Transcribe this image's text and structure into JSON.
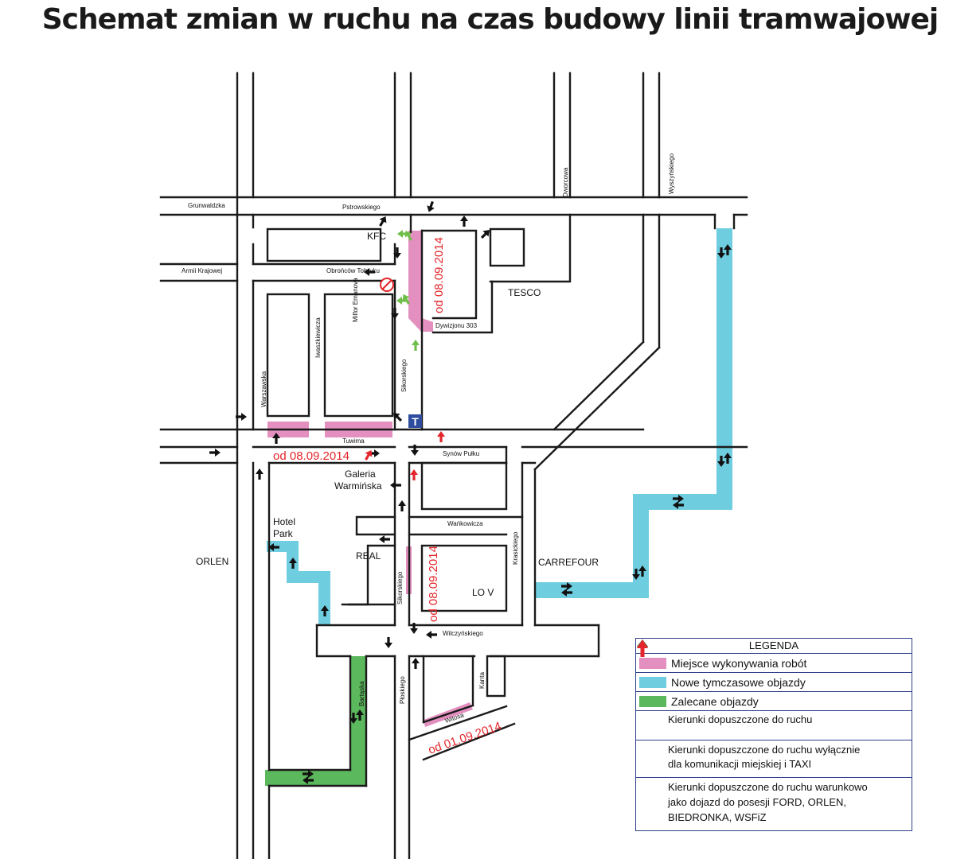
{
  "title": "Schemat zmian w ruchu na czas budowy linii tramwajowej",
  "streets": {
    "grunwaldzka": "Grunwaldzka",
    "pstrowskiego": "Pstrowskiego",
    "armii_krajowej": "Armii Krajowej",
    "obroncow_tobruku": "Obrońców Tobruku",
    "iwaszkiewicza": "Iwaszkiewicza",
    "milfor_emanova": "Milfor Emanova",
    "warszawska": "Warszawska",
    "sikorskiego_north": "Sikorskiego",
    "sikorskiego_south": "Sikorskiego",
    "dworcowa": "Dworcowa",
    "wyszynskiego": "Wyszyńskiego",
    "dywizjonu": "Dywizjonu 303",
    "tuwima": "Tuwima",
    "synow_pulku": "Synów Pułku",
    "wankowicza": "Wańkowicza",
    "krasickiego": "Krasickiego",
    "wilczynskiego": "Wilczyńskiego",
    "bartaska": "Bartąska",
    "plowickiego": "Płoskiego",
    "kanta": "Kanta",
    "witosa": "Witosa"
  },
  "places": {
    "kfc": "KFC",
    "tesco": "TESCO",
    "galeria_1": "Galeria",
    "galeria_2": "Warmińska",
    "hotel_1": "Hotel",
    "hotel_2": "Park",
    "real": "REAL",
    "orlen": "ORLEN",
    "carrefour": "CARREFOUR",
    "lo": "LO V"
  },
  "dates": {
    "north": "od 08.09.2014",
    "tuwima": "od 08.09.2014",
    "sikorskiego": "od 08.09.2014",
    "witosa": "od 01.09.2014"
  },
  "legend": {
    "title": "LEGENDA",
    "works": "Miejsce wykonywania robót",
    "new_detours": "Nowe tymczasowe objazdy",
    "recommended": "Zalecane objazdy",
    "black_arrow": "Kierunki dopuszczone do ruchu",
    "green_arrow_1": "Kierunki dopuszczone do ruchu wyłącznie",
    "green_arrow_2": "dla komunikacji miejskiej i TAXI",
    "red_arrow_1": "Kierunki dopuszczone do ruchu warunkowo",
    "red_arrow_2": "jako dojazd do posesji FORD, ORLEN,",
    "red_arrow_3": "BIEDRONKA, WSFiZ"
  },
  "colors": {
    "works": "#e38fbf",
    "new_detours": "#6fcde0",
    "recommended": "#5cb85c",
    "black_arrow": "#111111",
    "green_arrow": "#6fbf4a",
    "red_arrow": "#e3262b",
    "legend_border": "#2e3f8a"
  }
}
